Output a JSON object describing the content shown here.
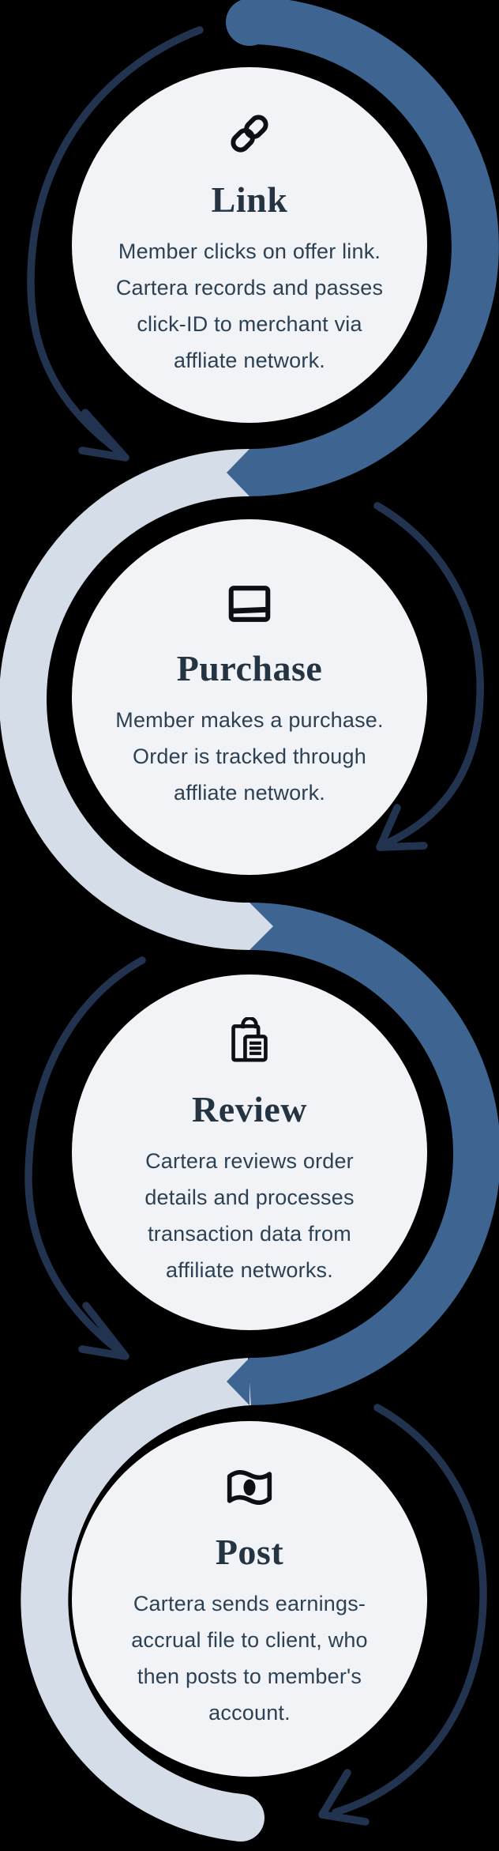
{
  "colors": {
    "background": "#000000",
    "ribbon_dark": "#3e6491",
    "ribbon_light": "#d4dde8",
    "circle_fill": "#f2f3f6",
    "arrow": "#223350",
    "title_text": "#243442",
    "body_text": "#2d4155",
    "icon": "#0c0f13"
  },
  "steps": [
    {
      "title": "Link",
      "icon": "chain-link-icon",
      "description": "Member clicks on offer link.\nCartera records and passes\nclick-ID to merchant via\naffliate network."
    },
    {
      "title": "Purchase",
      "icon": "credit-card-icon",
      "description": "Member makes a purchase.\nOrder is tracked through\naffliate network."
    },
    {
      "title": "Review",
      "icon": "clipboard-icon",
      "description": "Cartera reviews order\ndetails and processes\ntransaction data from\naffiliate networks."
    },
    {
      "title": "Post",
      "icon": "money-bill-icon",
      "description": "Cartera sends earnings-\naccrual file to client, who\nthen posts to member's\naccount."
    }
  ]
}
